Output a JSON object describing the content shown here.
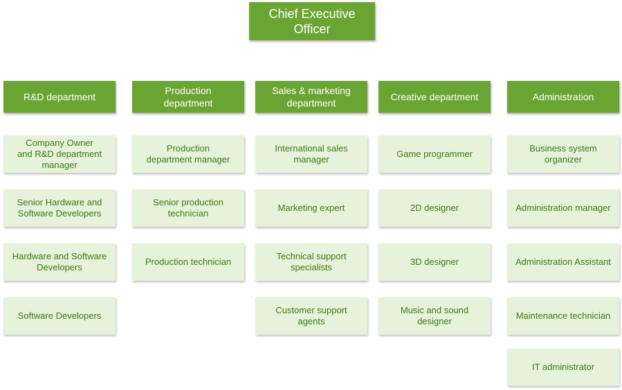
{
  "ceo": "Chief Executive\nOfficer",
  "departments": [
    {
      "name": "R&D department",
      "roles": [
        "Company Owner\nand R&D department\nmanager",
        "Senior Hardware and\nSoftware Developers",
        "Hardware and Software\nDevelopers",
        "Software Developers"
      ]
    },
    {
      "name": "Production\ndepartment",
      "roles": [
        "Production\ndepartment manager",
        "Senior production\ntechnician",
        "Production technician"
      ]
    },
    {
      "name": "Sales & marketing\ndepartment",
      "roles": [
        "International sales\nmanager",
        "Marketing expert",
        "Technical support\nspecialists",
        "Customer support\nagents"
      ]
    },
    {
      "name": "Creative department",
      "roles": [
        "Game programmer",
        "2D designer",
        "3D designer",
        "Music and sound\ndesigner"
      ]
    },
    {
      "name": "Administration",
      "roles": [
        "Business system\norganizer",
        "Administration manager",
        "Administration Assistant",
        "Maintenance technician",
        "IT administrator"
      ]
    }
  ],
  "colors": {
    "header_fill": "#6aa533",
    "role_fill": "#e6f2da",
    "role_text": "#3a7a14"
  }
}
